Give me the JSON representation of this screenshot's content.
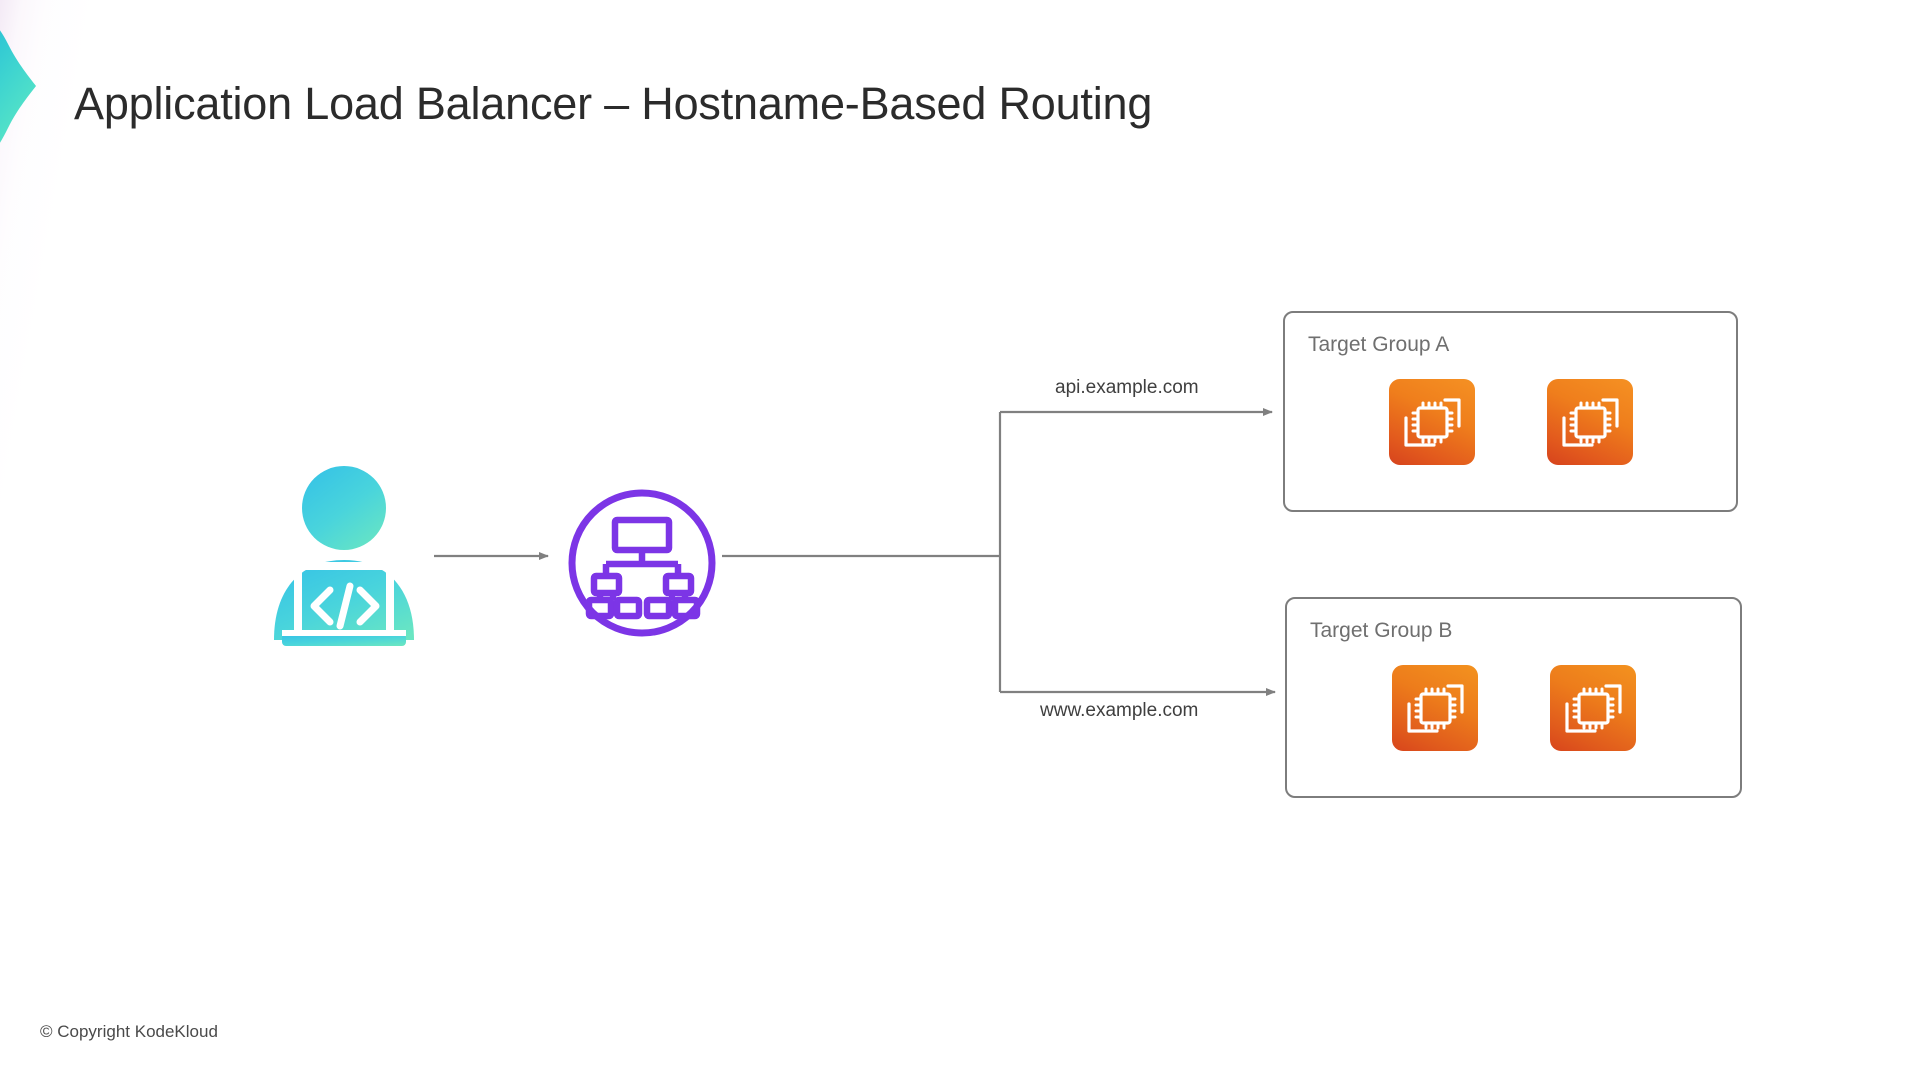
{
  "slide": {
    "title": "Application Load Balancer – Hostname-Based Routing",
    "footer": "© Copyright KodeKloud",
    "background_color": "#ffffff",
    "accent_tint": "#f3e9f5"
  },
  "brand": {
    "logo_icon": "chevron-right-icon",
    "gradient_from": "#2bb8d8",
    "gradient_to": "#4fe3c8"
  },
  "nodes": {
    "client": {
      "icon": "developer-at-laptop-icon",
      "code_glyph": "</>",
      "gradient_from": "#38c6e4",
      "gradient_to": "#63e0c9"
    },
    "load_balancer": {
      "icon": "load-balancer-network-icon",
      "color": "#7c35e6"
    }
  },
  "target_groups": [
    {
      "label": "Target Group A",
      "instances": [
        {
          "icon": "ec2-instance-icon"
        },
        {
          "icon": "ec2-instance-icon"
        }
      ]
    },
    {
      "label": "Target Group B",
      "instances": [
        {
          "icon": "ec2-instance-icon"
        },
        {
          "icon": "ec2-instance-icon"
        }
      ]
    }
  ],
  "edges": [
    {
      "name": "client-to-load-balancer",
      "label": ""
    },
    {
      "name": "load-balancer-to-target-group-a",
      "label": "api.example.com"
    },
    {
      "name": "load-balancer-to-target-group-b",
      "label": "www.example.com"
    }
  ],
  "colors": {
    "connector_line": "#808080",
    "box_border": "#7d7d7d",
    "title_text": "#2b2b2b",
    "group_label_text": "#6f6f6f",
    "edge_label_text": "#3f3f3f",
    "ec2_orange_light": "#f59123",
    "ec2_orange_dark": "#d6431d"
  }
}
